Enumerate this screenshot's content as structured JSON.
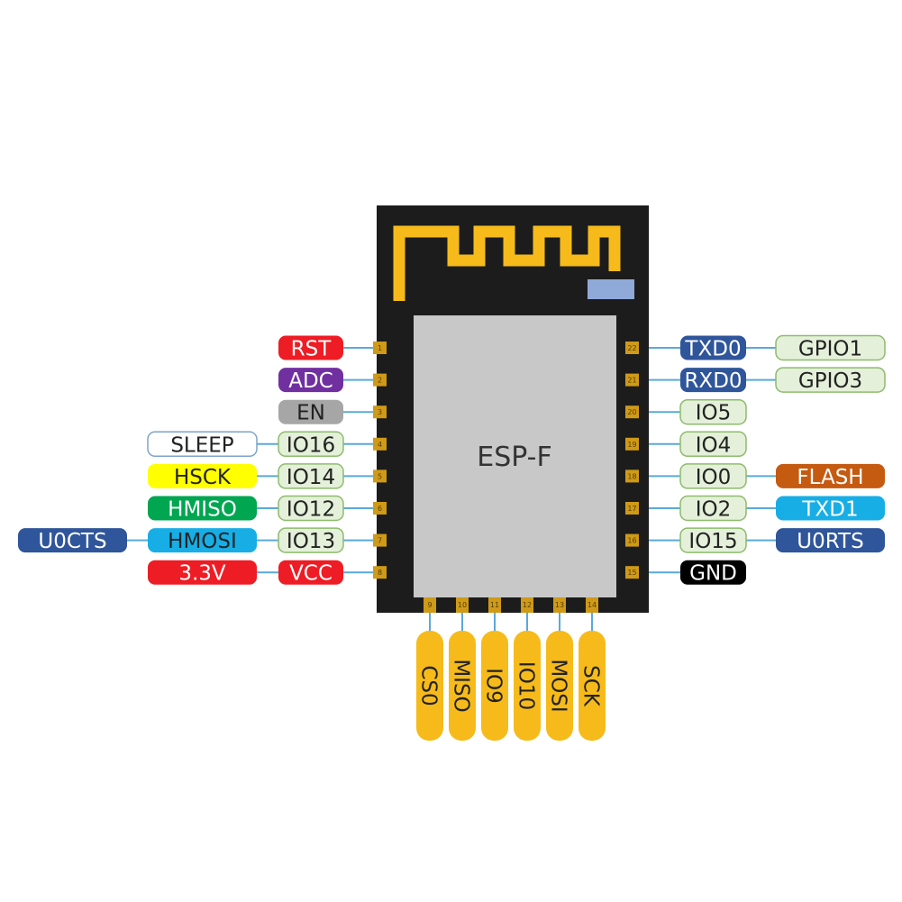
{
  "module_name": "ESP-F",
  "colors": {
    "board": "#1c1c1c",
    "shield": "#c8c8c8",
    "antenna": "#f6bb1b",
    "pad": "#cf9a18",
    "led": "#8fa9d8",
    "line": "#5aa9da",
    "green_fill": "#e4f0d9",
    "green_stroke": "#8dbb6d"
  },
  "left_pins": [
    {
      "num": "1",
      "labels": [
        {
          "text": "RST",
          "fill": "#ee1c24",
          "color": "#ffffff"
        }
      ]
    },
    {
      "num": "2",
      "labels": [
        {
          "text": "ADC",
          "fill": "#7030a0",
          "color": "#ffffff"
        }
      ]
    },
    {
      "num": "3",
      "labels": [
        {
          "text": "EN",
          "fill": "#a6a6a6",
          "color": "#222222"
        }
      ]
    },
    {
      "num": "4",
      "labels": [
        {
          "text": "IO16",
          "fill": "#e4f0d9",
          "color": "#222222"
        },
        {
          "text": "SLEEP",
          "fill": "#ffffff",
          "color": "#222222"
        }
      ]
    },
    {
      "num": "5",
      "labels": [
        {
          "text": "IO14",
          "fill": "#e4f0d9",
          "color": "#222222"
        },
        {
          "text": "HSCK",
          "fill": "#ffff00",
          "color": "#222222"
        }
      ]
    },
    {
      "num": "6",
      "labels": [
        {
          "text": "IO12",
          "fill": "#e4f0d9",
          "color": "#222222"
        },
        {
          "text": "HMISO",
          "fill": "#00a650",
          "color": "#ffffff"
        }
      ]
    },
    {
      "num": "7",
      "labels": [
        {
          "text": "IO13",
          "fill": "#e4f0d9",
          "color": "#222222"
        },
        {
          "text": "HMOSI",
          "fill": "#17aee6",
          "color": "#222222"
        },
        {
          "text": "U0CTS",
          "fill": "#2f559a",
          "color": "#ffffff"
        }
      ]
    },
    {
      "num": "8",
      "labels": [
        {
          "text": "VCC",
          "fill": "#ee1c24",
          "color": "#ffffff"
        },
        {
          "text": "3.3V",
          "fill": "#ee1c24",
          "color": "#ffffff"
        }
      ]
    }
  ],
  "right_pins": [
    {
      "num": "22",
      "labels": [
        {
          "text": "TXD0",
          "fill": "#2f559a",
          "color": "#ffffff"
        },
        {
          "text": "GPIO1",
          "fill": "#e4f0d9",
          "color": "#222222"
        }
      ]
    },
    {
      "num": "21",
      "labels": [
        {
          "text": "RXD0",
          "fill": "#2f559a",
          "color": "#ffffff"
        },
        {
          "text": "GPIO3",
          "fill": "#e4f0d9",
          "color": "#222222"
        }
      ]
    },
    {
      "num": "20",
      "labels": [
        {
          "text": "IO5",
          "fill": "#e4f0d9",
          "color": "#222222"
        }
      ]
    },
    {
      "num": "19",
      "labels": [
        {
          "text": "IO4",
          "fill": "#e4f0d9",
          "color": "#222222"
        }
      ]
    },
    {
      "num": "18",
      "labels": [
        {
          "text": "IO0",
          "fill": "#e4f0d9",
          "color": "#222222"
        },
        {
          "text": "FLASH",
          "fill": "#c55a11",
          "color": "#ffffff"
        }
      ]
    },
    {
      "num": "17",
      "labels": [
        {
          "text": "IO2",
          "fill": "#e4f0d9",
          "color": "#222222"
        },
        {
          "text": "TXD1",
          "fill": "#17aee6",
          "color": "#ffffff"
        }
      ]
    },
    {
      "num": "16",
      "labels": [
        {
          "text": "IO15",
          "fill": "#e4f0d9",
          "color": "#222222"
        },
        {
          "text": "U0RTS",
          "fill": "#2f559a",
          "color": "#ffffff"
        }
      ]
    },
    {
      "num": "15",
      "labels": [
        {
          "text": "GND",
          "fill": "#000000",
          "color": "#ffffff"
        }
      ]
    }
  ],
  "bottom_pins": [
    {
      "num": "9",
      "label": "CS0"
    },
    {
      "num": "10",
      "label": "MISO"
    },
    {
      "num": "11",
      "label": "IO9"
    },
    {
      "num": "12",
      "label": "IO10"
    },
    {
      "num": "13",
      "label": "MOSI"
    },
    {
      "num": "14",
      "label": "SCK"
    }
  ]
}
